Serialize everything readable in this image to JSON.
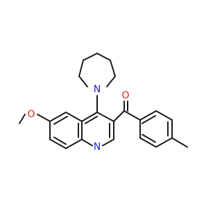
{
  "atoms": {
    "n_piperidine": {
      "label": "N",
      "color": "#2020e0"
    },
    "n_quinoline": {
      "label": "N",
      "color": "#2020e0"
    },
    "o_carbonyl": {
      "label": "O",
      "color": "#e02020"
    },
    "o_methoxy": {
      "label": "O",
      "color": "#e02020"
    }
  }
}
